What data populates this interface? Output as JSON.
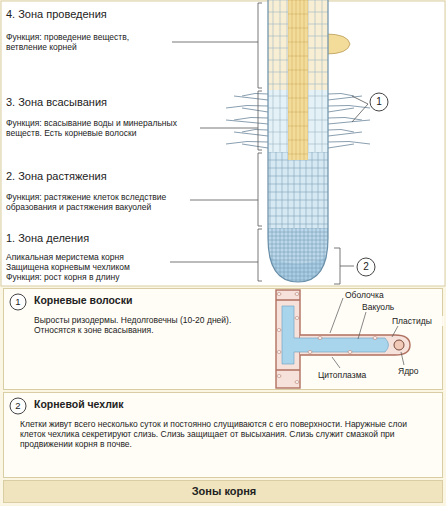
{
  "diagram": {
    "nodes": [
      {
        "text": [
          "1"
        ]
      },
      {
        "text": [
          "2"
        ]
      },
      {
        "text": [
          "Корневые волоски",
          "Выросты ризодермы. Недолговечны (10-20 дней). Относятся к зоне всасывания."
        ]
      },
      {
        "text": [
          "1"
        ],
        "in": 2
      },
      {
        "text": [
          "Корневой чехлик",
          "Клетки живут всего несколько суток и постоянно слущиваются с его поверхности. Наружные слои клеток чехлика секретируют слизь. Слизь защищает от высыхания. Слизь служит смазкой при продвижении корня в почве."
        ]
      },
      {
        "text": [
          "2"
        ],
        "in": 4
      },
      {
        "text": [
          "Зоны корня"
        ]
      }
    ],
    "labels": [
      "4. Зона проведения",
      "Функция: проведение веществ, ветвление корней",
      "3. Зона всасывания",
      "Функция: всасывание воды и минеральных веществ. Есть корневые волоски",
      "2. Зона растяжения",
      "Функция: растяжение клеток вследствие образования и растяжения вакуолей",
      "1. Зона деления",
      "Апикальная меристема корня Защищена корневым чехликом Функция: рост корня в длину",
      "Оболочка",
      "Вакуоль",
      "Пластиды",
      "Ядро",
      "Цитоплазма"
    ]
  }
}
